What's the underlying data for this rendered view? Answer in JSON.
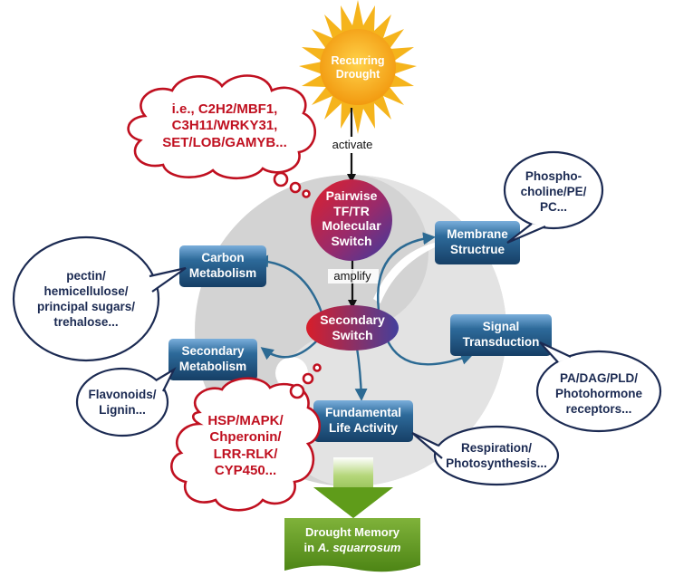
{
  "diagram": {
    "trigger": {
      "label": "Recurring\nDrought",
      "edge_label": "activate"
    },
    "primary_switch": {
      "label": "Pairwise\nTF/TR\nMolecular\nSwitch",
      "edge_label": "amplify"
    },
    "secondary_switch": {
      "label": "Secondary\nSwitch"
    },
    "tf_examples": {
      "label": "i.e., C2H2/MBF1,\nC3H11/WRKY31,\nSET/LOB/GAMYB..."
    },
    "pathways": [
      {
        "id": "carbon",
        "label": "Carbon\nMetabolism",
        "examples": "pectin/\nhemicellulose/\nprincipal sugars/\ntrehalose..."
      },
      {
        "id": "membrane",
        "label": "Membrane\nStructrue",
        "examples": "Phospho-\ncholine/PE/\nPC..."
      },
      {
        "id": "signal",
        "label": "Signal\nTransduction",
        "examples": "PA/DAG/PLD/\nPhotohormone\nreceptors..."
      },
      {
        "id": "secondary",
        "label": "Secondary\nMetabolism",
        "examples": "Flavonoids/\nLignin..."
      },
      {
        "id": "fundamental",
        "label": "Fundamental\nLife Activity",
        "examples": "Respiration/\nPhotosynthesis..."
      }
    ],
    "gene_examples": {
      "label": "HSP/MAPK/\nChperonin/\nLRR-RLK/\nCYP450..."
    },
    "outcome": {
      "label_prefix": "Drought Memory\nin ",
      "species": "A. squarrosum"
    }
  },
  "colors": {
    "sun": "#f5b41c",
    "switch_gradient": [
      "#d81e2a",
      "#4a3c9a"
    ],
    "box_gradient": [
      "#5a8fc0",
      "#163f66"
    ],
    "cloud_outline": "#c01020",
    "bubble_outline": "#1b2a52",
    "swirl": "#d0d0d0",
    "curve_arrow": "#2c6a93",
    "green_arrow": "#5f9c1a"
  }
}
